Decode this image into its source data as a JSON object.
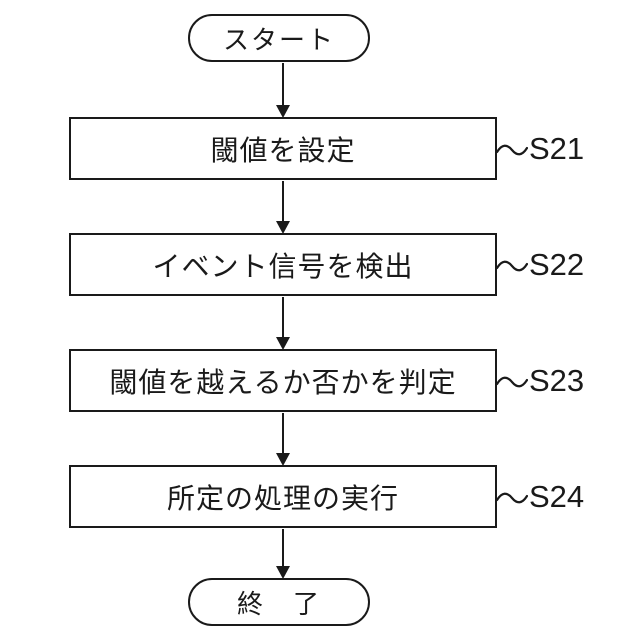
{
  "diagram": {
    "type": "flowchart",
    "background_color": "#ffffff",
    "line_color": "#1a1a1a",
    "terminals": {
      "start": "スタート",
      "end": "終　了"
    },
    "steps": [
      {
        "id": "S21",
        "text": "閾値を設定"
      },
      {
        "id": "S22",
        "text": "イベント信号を検出"
      },
      {
        "id": "S23",
        "text": "閾値を越えるか否かを判定"
      },
      {
        "id": "S24",
        "text": "所定の処理の実行"
      }
    ],
    "flow": [
      "start → S21",
      "S21 → S22",
      "S22 → S23",
      "S23 → S24",
      "S24 → end"
    ]
  }
}
